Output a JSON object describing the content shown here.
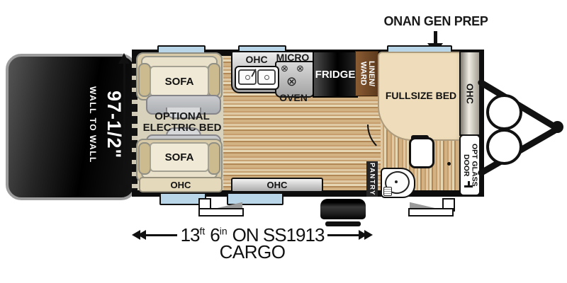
{
  "annotations": {
    "onan_gen_prep": "ONAN GEN PREP",
    "height_dim_value": "97-1/2\"",
    "height_dim_caption": "WALL TO WALL",
    "length_dim": {
      "feet": "13",
      "feet_unit": "ft",
      "inches": "6",
      "inches_unit": "in",
      "model": "ON SS1913",
      "line2": "CARGO"
    }
  },
  "labels": {
    "sofa_front": "SOFA",
    "sofa_rear": "SOFA",
    "optional_bed_line1": "OPTIONAL",
    "optional_bed_line2": "ELECTRIC BED",
    "ohc_sofa": "OHC",
    "ohc_kitchen": "OHC",
    "ohc_galley": "OHC",
    "ohc_bed": "OHC",
    "micro": "MICRO",
    "oven": "OVEN",
    "fridge": "FRIDGE",
    "linen_line1": "LINEN/",
    "linen_line2": "WARD",
    "fullsize_bed": "FULLSIZE BED",
    "pantry": "PANTRY",
    "opt_glass_door_line1": "OPT GLASS",
    "opt_glass_door_line2": "DOOR"
  },
  "icons": {
    "burner": "⊗"
  },
  "colors": {
    "wall": "#0d0d0d",
    "window_blue": "#b9d6e9",
    "cargo_floor": "#d8d1bc",
    "wood_light": "#dfc9a4",
    "wood_dark": "#b18756",
    "bed_tan": "#eedcba",
    "linen_brown": "#7a4f2a",
    "electric_bed_gray": "#c0c3c7"
  }
}
